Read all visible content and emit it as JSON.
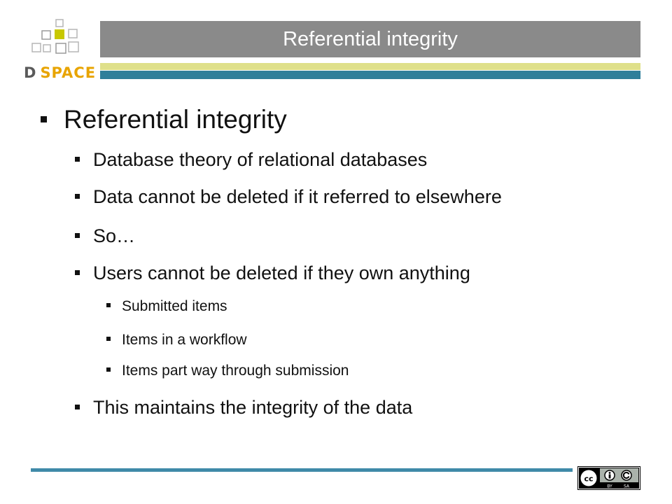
{
  "header": {
    "logo_prefix": "D",
    "logo_suffix": "SPACE",
    "title": "Referential integrity"
  },
  "slide": {
    "bullets": [
      {
        "level": 1,
        "text": "Referential integrity"
      },
      {
        "level": 2,
        "text": "Database theory of relational databases"
      },
      {
        "level": 2,
        "text": "Data cannot be deleted if it referred to elsewhere"
      },
      {
        "level": 2,
        "text": "So…"
      },
      {
        "level": 2,
        "text": "Users cannot be deleted if they own anything"
      },
      {
        "level": 3,
        "text": "Submitted items"
      },
      {
        "level": 3,
        "text": "Items in a workflow"
      },
      {
        "level": 3,
        "text": "Items part way through submission"
      },
      {
        "level": 2,
        "text": "This maintains the integrity of the data"
      }
    ]
  },
  "footer": {
    "license_icon": "cc-by-sa-icon",
    "license_labels": [
      "BY",
      "SA"
    ]
  },
  "colors": {
    "title_bar": "#8a8a8a",
    "stripe_yellow": "#dfe08a",
    "stripe_teal": "#2f7f9a",
    "logo_accent": "#c8c800"
  }
}
